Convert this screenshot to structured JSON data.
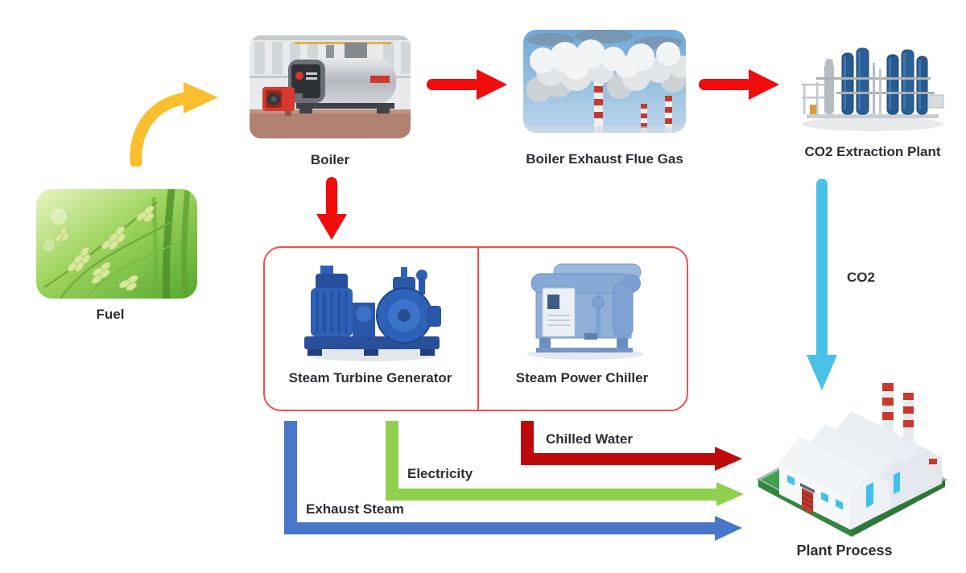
{
  "nodes": {
    "fuel": {
      "label": "Fuel",
      "image": "rice-crop-photo"
    },
    "boiler": {
      "label": "Boiler",
      "image": "industrial-boiler-photo"
    },
    "flue_gas": {
      "label": "Boiler Exhaust Flue Gas",
      "image": "smokestacks-photo"
    },
    "co2_plant": {
      "label": "CO2 Extraction Plant",
      "image": "co2-extraction-plant-render"
    },
    "turbine": {
      "label": "Steam  Turbine Generator",
      "image": "steam-turbine-generator-photo"
    },
    "chiller": {
      "label": "Steam  Power Chiller",
      "image": "steam-power-chiller-photo"
    },
    "plant_process": {
      "label": "Plant Process",
      "image": "isometric-factory-illustration"
    }
  },
  "flows": {
    "fuel_to_boiler": {
      "color": "#F9BF2F"
    },
    "boiler_to_flue": {
      "color": "#F00C0C"
    },
    "flue_to_co2_plant": {
      "color": "#F00C0C"
    },
    "boiler_to_generators": {
      "color": "#F00C0C"
    },
    "co2": {
      "label": "CO2",
      "color": "#4AC1E8"
    },
    "chilled_water": {
      "label": "Chilled Water",
      "color": "#BE0A0B"
    },
    "electricity": {
      "label": "Electricity",
      "color": "#8FD14E"
    },
    "exhaust_steam": {
      "label": "Exhaust Steam",
      "color": "#4876C8"
    }
  },
  "colors": {
    "group_box_border": "#F34E50",
    "label_text": "#2B2E33",
    "background": "#FFFFFF"
  }
}
